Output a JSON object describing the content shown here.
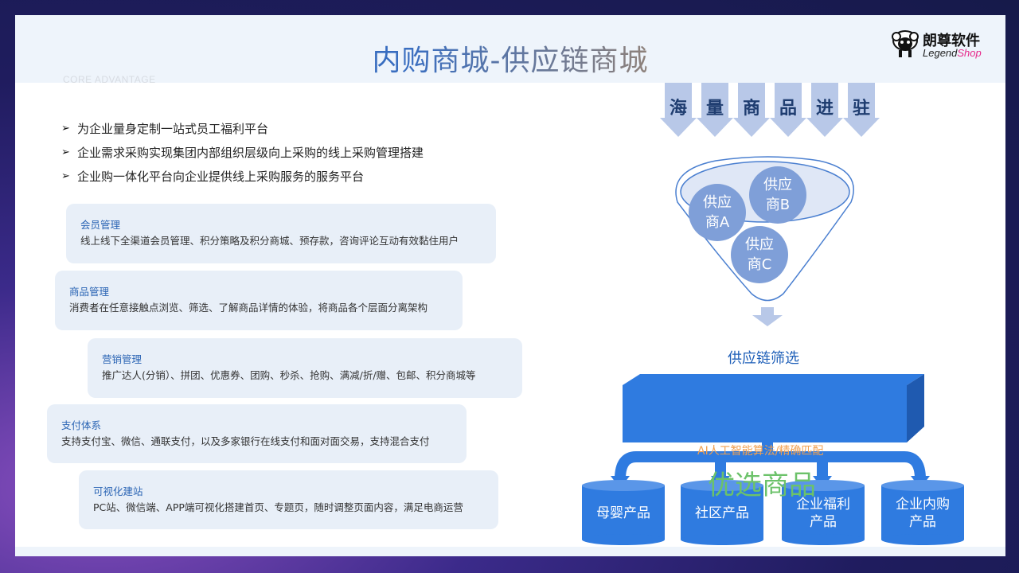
{
  "header": {
    "title": "内购商城-供应链商城",
    "subtitle": "CORE ADVANTAGE"
  },
  "logo": {
    "cn": "朗尊软件",
    "en_a": "Legend",
    "en_b": "Shop",
    "icon": "sheep-logo-icon"
  },
  "bullets": [
    "为企业量身定制一站式员工福利平台",
    "企业需求采购实现集团内部组织层级向上采购的线上采购管理搭建",
    "企业购一体化平台向企业提供线上采购服务的服务平台"
  ],
  "bullet_mark": "➢",
  "cards": [
    {
      "title": "会员管理",
      "desc": "线上线下全渠道会员管理、积分策略及积分商城、预存款，咨询评论互动有效黏住用户"
    },
    {
      "title": "商品管理",
      "desc": "消费者在任意接触点浏览、筛选、了解商品详情的体验，将商品各个层面分离架构"
    },
    {
      "title": "营销管理",
      "desc": "推广达人(分销）、拼团、优惠券、团购、秒杀、抢购、满减/折/赠、包邮、积分商城等"
    },
    {
      "title": "支付体系",
      "desc": "支持支付宝、微信、通联支付，以及多家银行在线支付和面对面交易，支持混合支付"
    },
    {
      "title": "可视化建站",
      "desc": "PC站、微信端、APP端可视化搭建首页、专题页，随时调整页面内容，满足电商运营"
    }
  ],
  "diagram": {
    "top_chars": [
      "海",
      "量",
      "商",
      "品",
      "进",
      "驻"
    ],
    "suppliers": [
      {
        "line1": "供应",
        "line2": "商A"
      },
      {
        "line1": "供应",
        "line2": "商B"
      },
      {
        "line1": "供应",
        "line2": "商C"
      }
    ],
    "filter_label": "供应链筛选",
    "ai_label": "AI人工智能算法/精确匹配",
    "product_label": "优选商品",
    "outputs": [
      {
        "line1": "母婴产品",
        "line2": ""
      },
      {
        "line1": "社区产品",
        "line2": ""
      },
      {
        "line1": "企业福利",
        "line2": "产品"
      },
      {
        "line1": "企业内购",
        "line2": "产品"
      }
    ]
  },
  "colors": {
    "primary": "#2f7be0",
    "dark_blue": "#1e5fb8",
    "orange": "#f08a24",
    "green": "#6cc26a",
    "bubble": "#7f9fd8"
  }
}
